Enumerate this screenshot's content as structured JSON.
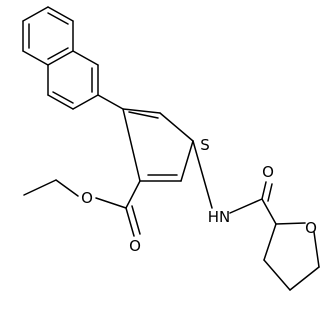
{
  "molecule": {
    "atoms": {
      "sulfur": "S",
      "ester_oxygen": "O",
      "ester_carbonyl_oxygen": "O",
      "amide_nh": "HN",
      "amide_carbonyl_oxygen": "O",
      "ring_oxygen": "O"
    }
  },
  "colors": {
    "bond": "#000000",
    "label": "#000000",
    "background": "#ffffff"
  }
}
